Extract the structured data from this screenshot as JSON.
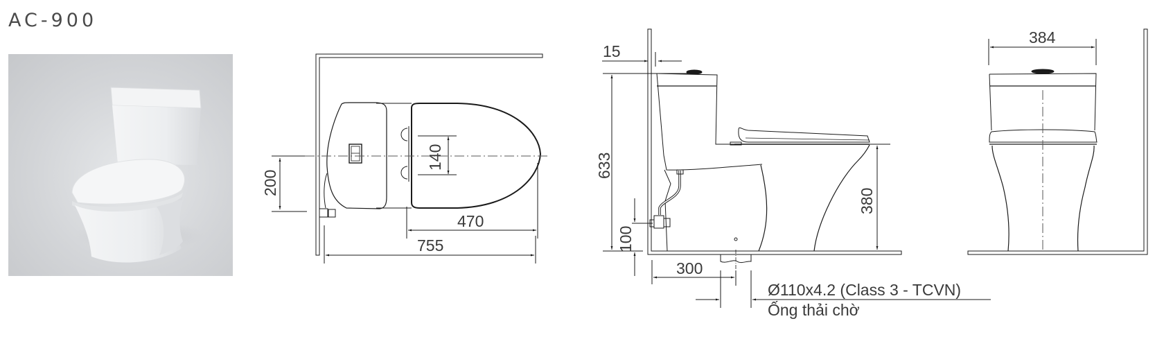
{
  "product": {
    "model": "AC-900"
  },
  "photo": {
    "alt": "One-piece toilet product photo",
    "background_color": "#d4d6d9"
  },
  "top_view": {
    "dim_wall_to_inlet_center": "200",
    "dim_fixing_bolt_spacing": "140",
    "dim_front_to_rim_rear": "470",
    "dim_overall_length": "755"
  },
  "side_view": {
    "dim_wall_gap": "15",
    "dim_overall_height": "633",
    "dim_seat_height": "380",
    "dim_water_inlet_height": "100",
    "dim_drain_rough_in": "300",
    "drain_spec": "Ø110x4.2 (Class 3 - TCVN)",
    "drain_label": "Ống thải chờ"
  },
  "front_view": {
    "dim_overall_width": "384"
  },
  "colors": {
    "line": "#1a1a1a",
    "dim_line": "#3a3a3a",
    "text": "#3a3a3a",
    "title": "#4a4a4a"
  }
}
